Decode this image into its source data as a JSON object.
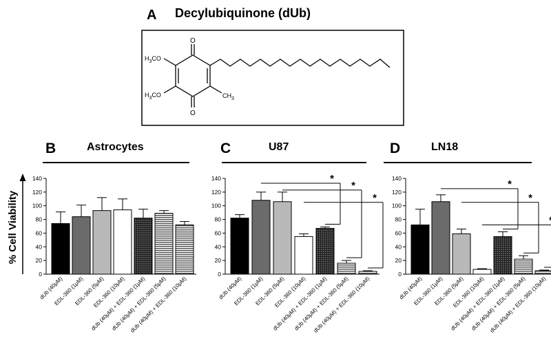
{
  "panel_a": {
    "letter": "A",
    "title": "Decylubiquinone (dUb)",
    "atoms": {
      "o_top": "O",
      "o_bottom": "O",
      "och3_top": "H3CO",
      "och3_bottom": "H3CO",
      "ch3": "CH3"
    }
  },
  "y_axis_label": "% Cell Viability",
  "patterns": [
    "black",
    "darkgray",
    "lightgray",
    "white",
    "grid",
    "hlines",
    "hlines"
  ],
  "chart_data": [
    {
      "type": "bar",
      "letter": "B",
      "title": "Astrocytes",
      "categories": [
        "dUb (40μM)",
        "EDL-360 (1μM)",
        "EDL-360 (5μM)",
        "EDL-360 (10μM)",
        "dUb (40μM) + EDL-360 (1μM)",
        "dUb (40μM) + EDL-360 (5μM)",
        "dUb (40μM) + EDL-360 (10μM)"
      ],
      "values": [
        74,
        84,
        93,
        94,
        82,
        89,
        72
      ],
      "errors": [
        17,
        17,
        19,
        16,
        13,
        4,
        5
      ],
      "ylim": [
        0,
        140
      ],
      "yticks": [
        0,
        20,
        40,
        60,
        80,
        100,
        120,
        140
      ],
      "significance": []
    },
    {
      "type": "bar",
      "letter": "C",
      "title": "U87",
      "categories": [
        "dUb (40μM)",
        "EDL-360 (1μM)",
        "EDL-360 (5μM)",
        "EDL-360 (10μM)",
        "dUb (40μM) + EDL-360 (1μM)",
        "dUb (40μM) + EDL-360 (5μM)",
        "dUb (40μM) + EDL-360 (10μM)"
      ],
      "values": [
        82,
        108,
        106,
        55,
        67,
        16,
        4
      ],
      "errors": [
        5,
        12,
        14,
        4,
        2,
        4,
        1
      ],
      "ylim": [
        0,
        140
      ],
      "yticks": [
        0,
        20,
        40,
        60,
        80,
        100,
        120,
        140
      ],
      "significance": [
        {
          "from": 1,
          "to": 4,
          "level": 133,
          "label": "*"
        },
        {
          "from": 2,
          "to": 5,
          "level": 123,
          "label": "*"
        },
        {
          "from": 3,
          "to": 6,
          "level": 105,
          "label": "*"
        }
      ]
    },
    {
      "type": "bar",
      "letter": "D",
      "title": "LN18",
      "categories": [
        "dUb (40μM)",
        "EDL-360 (1μM)",
        "EDL-360 (5μM)",
        "EDL-360 (10μM)",
        "dUb (40μM) + EDL-360 (1μM)",
        "dUb (40μM) + EDL-360 (5μM)",
        "dUb (40μM) + EDL-360 (10μM)"
      ],
      "values": [
        72,
        106,
        59,
        7,
        55,
        22,
        5
      ],
      "errors": [
        23,
        10,
        7,
        1,
        7,
        5,
        1
      ],
      "ylim": [
        0,
        140
      ],
      "yticks": [
        0,
        20,
        40,
        60,
        80,
        100,
        120,
        140
      ],
      "significance": [
        {
          "from": 1,
          "to": 4,
          "level": 125,
          "label": "*"
        },
        {
          "from": 2,
          "to": 5,
          "level": 105,
          "label": "*"
        },
        {
          "from": 3,
          "to": 6,
          "level": 72,
          "label": "*"
        }
      ]
    }
  ]
}
